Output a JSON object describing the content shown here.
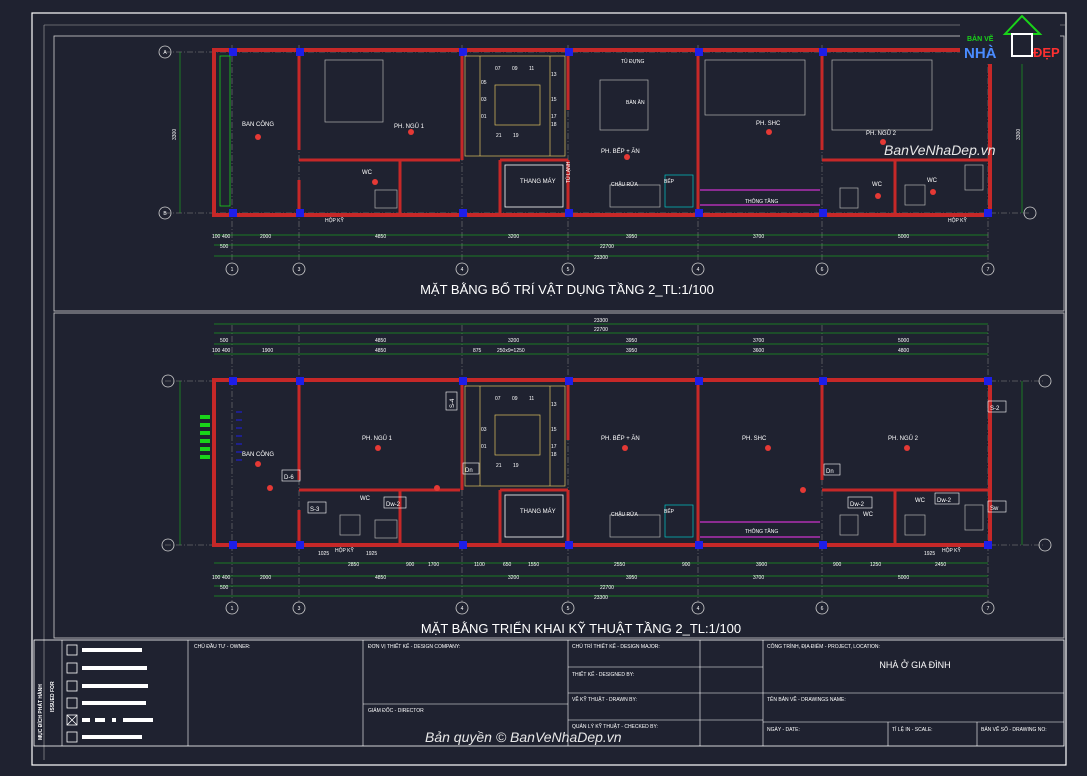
{
  "colors": {
    "background": "#1f2230",
    "frame": "#ffffff",
    "wall": "#c62828",
    "column": "#1e1ee8",
    "axis": "#c0c0c0",
    "dim": "#19d419",
    "yellow": "#e8d800",
    "cyan": "#00c8c8",
    "magenta": "#cc33cc",
    "stair": "#e0c060"
  },
  "logo": {
    "line1": "BẢN VẼ",
    "nha": "NHÀ",
    "dep": "ĐẸP"
  },
  "watermark_top": "BanVeNhaDep.vn",
  "watermark_bottom": "Bản quyền © BanVeNhaDep.vn",
  "plan1": {
    "title": "MẶT BẰNG  BỐ TRÍ VẬT DỤNG TẦNG 2_TL:1/100",
    "rooms": {
      "balcony": "BAN CÔNG",
      "bed1": "PH. NGỦ 1",
      "wc1": "WC",
      "elevator": "THANG MÁY",
      "tudung": "TỦ ĐỰNG",
      "banan": "BÀN ĂN",
      "kitchen": "PH. BẾP + ĂN",
      "tulanh": "TỦ LẠNH",
      "sink": "CHẬU RỬA",
      "bep": "BẾP",
      "living": "PH. SHC",
      "thongtang": "THÔNG TẦNG",
      "bed2": "PH. NGỦ 2",
      "wc2": "WC",
      "wc3": "WC",
      "hopky1": "HỘP KỸ",
      "hopky2": "HỘP KỸ"
    },
    "stairs": [
      "05",
      "07",
      "09",
      "11",
      "13",
      "15",
      "03",
      "01",
      "17",
      "18",
      "21",
      "19"
    ],
    "dims_row1": [
      "100",
      "400",
      "2000",
      "4850",
      "3200",
      "3950",
      "3700",
      "5000"
    ],
    "dims_row2": [
      "500",
      "22700"
    ],
    "dims_row3": [
      "23300"
    ],
    "side_dims": [
      "3300",
      "3300"
    ],
    "axes": [
      "1",
      "3",
      "4",
      "5",
      "6",
      "7"
    ],
    "axes_y": [
      "A",
      "B"
    ]
  },
  "plan2": {
    "title": "MẶT BẰNG  TRIỂN KHAI KỸ THUẬT TẦNG 2_TL:1/100",
    "rooms": {
      "balcony": "BAN CÔNG",
      "bed1": "PH. NGỦ 1",
      "wc1": "WC",
      "elevator": "THANG MÁY",
      "kitchen": "PH. BẾP + ĂN",
      "sink": "CHẬU RỬA",
      "bep": "BẾP",
      "living": "PH. SHC",
      "thongtang": "THÔNG TẦNG",
      "bed2": "PH. NGỦ 2",
      "wc2": "WC",
      "wc3": "WC",
      "hopky1": "HỘP KỸ",
      "hopky2": "HỘP KỸ"
    },
    "tags": [
      "D-6",
      "S-3",
      "Dw-2",
      "S-4",
      "Dn",
      "Dn",
      "Dw-2",
      "Dw-2",
      "S-2",
      "Sw"
    ],
    "stairs": [
      "07",
      "09",
      "11",
      "13",
      "15",
      "03",
      "01",
      "17",
      "18",
      "21",
      "19"
    ],
    "top_dims1": [
      "23300"
    ],
    "top_dims2": [
      "22700"
    ],
    "top_dims3": [
      "500",
      "4850",
      "3200",
      "3950",
      "3700",
      "5000"
    ],
    "top_dims4": [
      "100",
      "400",
      "1900",
      "4850",
      "875",
      "250x9=1250",
      "3950",
      "3600",
      "4800"
    ],
    "bottom_dims1": [
      "100",
      "400",
      "2000",
      "4850",
      "3200",
      "3950",
      "3700",
      "5000"
    ],
    "bottom_dims2": [
      "500",
      "22700"
    ],
    "bottom_dims3": [
      "23300"
    ],
    "inner_dims": [
      "1025",
      "1925",
      "2850",
      "900",
      "1700",
      "1100",
      "650",
      "1550",
      "2550",
      "900",
      "3900",
      "900",
      "1250",
      "1925",
      "2450"
    ],
    "axes": [
      "1",
      "3",
      "4",
      "5",
      "6",
      "7"
    ]
  },
  "titleblock": {
    "issue_label": "MỤC ĐÍCH PHÁT HÀNH",
    "issue_label_en": "ISSUED FOR",
    "owner": "CHỦ ĐẦU TƯ - OWNER:",
    "design_company": "ĐƠN VỊ THIẾT KẾ - DESIGN COMPANY:",
    "director": "GIÁM ĐỐC - DIRECTOR",
    "design_major": "CHỦ TRÌ THIẾT KẾ - DESIGN MAJOR:",
    "designed_by": "THIẾT KẾ - DESIGNED BY:",
    "drawn_by": "VẼ KỸ THUẬT - DRAWN BY:",
    "checked_by": "QUẢN LÝ KỸ THUẬT - CHECKED BY:",
    "project_location": "CÔNG TRÌNH, ĐỊA ĐIỂM - PROJECT, LOCATION:",
    "project_name": "NHÀ Ở GIA ĐÌNH",
    "drawing_name": "TÊN BẢN VẼ - DRAWINGS NAME:",
    "date": "NGÀY - DATE:",
    "scale": "TỈ LỆ IN - SCALE:",
    "drawing_no": "BẢN VẼ SỐ - DRAWING NO:"
  }
}
